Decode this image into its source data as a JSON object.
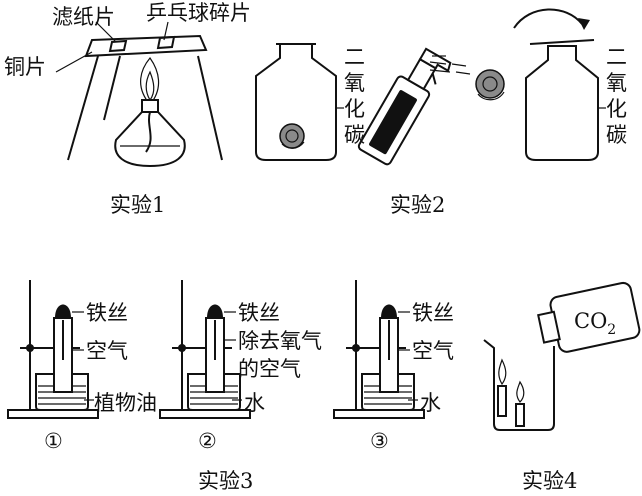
{
  "exp1": {
    "caption": "实验1",
    "label_filter_paper": "滤纸片",
    "label_pingpong": "乒乓球碎片",
    "label_copper": "铜片"
  },
  "exp2": {
    "caption": "实验2",
    "gas_left": [
      "二",
      "氧",
      "化",
      "碳"
    ],
    "gas_right": [
      "二",
      "氧",
      "化",
      "碳"
    ]
  },
  "exp3": {
    "caption": "实验3",
    "tube1": {
      "num": "①",
      "wire": "铁丝",
      "gas": "空气",
      "liquid": "植物油"
    },
    "tube2": {
      "num": "②",
      "wire": "铁丝",
      "gas_line1": "除去氧气",
      "gas_line2": "的空气",
      "liquid": "水"
    },
    "tube3": {
      "num": "③",
      "wire": "铁丝",
      "gas": "空气",
      "liquid": "水"
    }
  },
  "exp4": {
    "caption": "实验4",
    "bottle_text": "CO",
    "bottle_sub": "2"
  }
}
